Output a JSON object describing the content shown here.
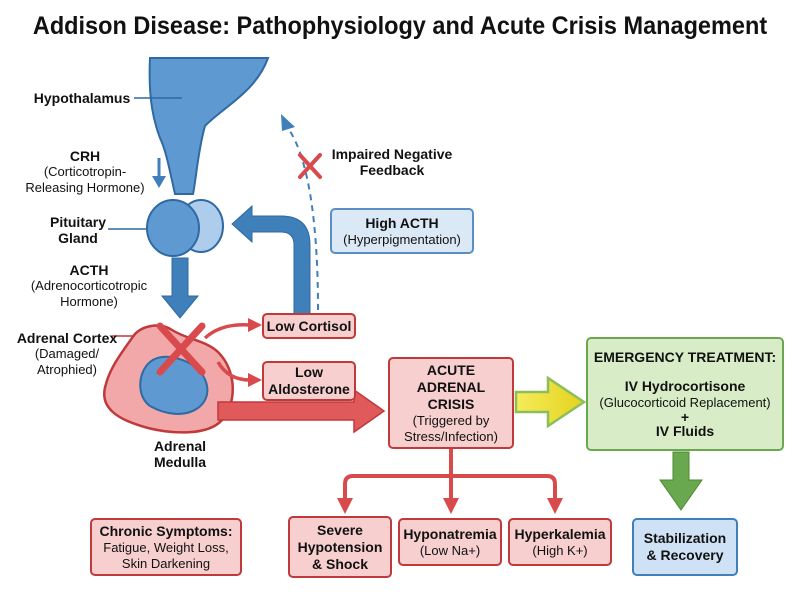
{
  "title": "Addison Disease: Pathophysiology and Acute Crisis Management",
  "labels": {
    "hypothalamus": "Hypothalamus",
    "crh_title": "CRH",
    "crh_desc1": "(Corticotropin-",
    "crh_desc2": "Releasing Hormone)",
    "pituitary1": "Pituitary",
    "pituitary2": "Gland",
    "acth_title": "ACTH",
    "acth_desc1": "(Adrenocorticotropic",
    "acth_desc2": "Hormone)",
    "cortex_title": "Adrenal Cortex",
    "cortex_desc1": "(Damaged/",
    "cortex_desc2": "Atrophied)",
    "medulla1": "Adrenal",
    "medulla2": "Medulla",
    "feedback1": "Impaired Negative",
    "feedback2": "Feedback"
  },
  "boxes": {
    "high_acth": {
      "title": "High ACTH",
      "desc": "(Hyperpigmentation)"
    },
    "low_cortisol": {
      "title": "Low Cortisol"
    },
    "low_aldosterone": {
      "line1": "Low",
      "line2": "Aldosterone"
    },
    "crisis": {
      "line1": "ACUTE",
      "line2": "ADRENAL",
      "line3": "CRISIS",
      "desc1": "(Triggered by",
      "desc2": "Stress/Infection)"
    },
    "emergency": {
      "header": "EMERGENCY TREATMENT:",
      "drug": "IV Hydrocortisone",
      "drug_desc": "(Glucocorticoid Replacement)",
      "plus": "+",
      "fluids": "IV Fluids"
    },
    "chronic": {
      "title": "Chronic Symptoms:",
      "desc1": "Fatigue, Weight Loss,",
      "desc2": "Skin Darkening"
    },
    "hypotension": {
      "line1": "Severe",
      "line2": "Hypotension",
      "line3": "& Shock"
    },
    "hyponatremia": {
      "title": "Hyponatremia",
      "desc": "(Low Na+)"
    },
    "hyperkalemia": {
      "title": "Hyperkalemia",
      "desc": "(High K+)"
    },
    "stabilization": {
      "line1": "Stabilization",
      "line2": "& Recovery"
    }
  },
  "colors": {
    "red": "#d94a4c",
    "red_fill": "#f7cfcf",
    "blue": "#3f7fba",
    "blue_fill": "#dbe9f7",
    "green": "#6aa84f",
    "green_fill": "#d8edc7",
    "yellow": "#f2e23a"
  }
}
